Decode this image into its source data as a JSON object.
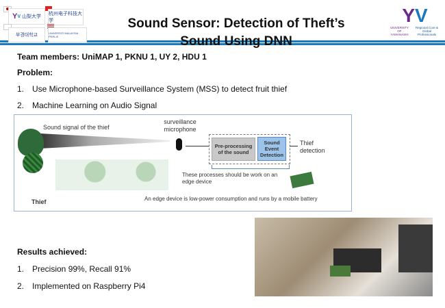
{
  "title": {
    "line1": "Sound Sensor: Detection of Theft’s",
    "line2": "Sound Using DNN"
  },
  "logos": {
    "yamanashi_small": "山梨大学",
    "hangzhou": "杭州电子科技大学",
    "pknu": "부경대학교",
    "unimap": "UNIVERSITI MALAYSIA PERLIS",
    "yamanashi_right": "UNIVERSITY OF YAMANASHI",
    "regional": "Regional Core & Global Professionals"
  },
  "team": "Team members: UniMAP 1, PKNU 1, UY 2, HDU 1",
  "problem": {
    "heading": "Problem:",
    "items": [
      {
        "num": "1.",
        "text": "Use Microphone-based Surveillance System (MSS) to detect fruit thief"
      },
      {
        "num": "2.",
        "text": "Machine Learning on Audio Signal"
      }
    ]
  },
  "diagram": {
    "signal_label": "Sound signal of the thief",
    "mic_label": "surveillance microphone",
    "pre": "Pre-processing of the sound",
    "sed": "Sound Event Detection",
    "out": "Thief detection",
    "edge_note": "These processes should be work on an edge device",
    "battery_note": "An edge device is low-power consumption and runs by a mobile battery",
    "thief": "Thief"
  },
  "results": {
    "heading": "Results achieved:",
    "items": [
      {
        "num": "1.",
        "text": "Precision 99%, Recall 91%"
      },
      {
        "num": "2.",
        "text": "Implemented on Raspberry Pi4"
      }
    ]
  }
}
